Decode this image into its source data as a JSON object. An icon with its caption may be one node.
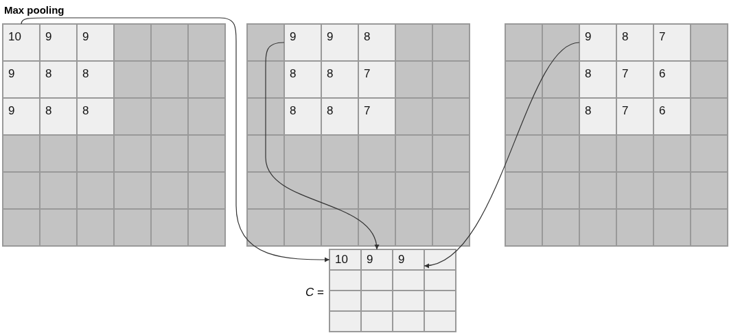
{
  "diagram": {
    "title": "Max pooling",
    "nodes": [
      {
        "text": [],
        "shape": "box"
      },
      {
        "text": [
          "10"
        ],
        "in": 0
      },
      {
        "text": [
          "9"
        ],
        "in": 0
      },
      {
        "text": [
          "9"
        ],
        "in": 0
      },
      {
        "text": [
          "9"
        ],
        "in": 0
      },
      {
        "text": [
          "8"
        ],
        "in": 0
      },
      {
        "text": [
          "8"
        ],
        "in": 0
      },
      {
        "text": [
          "9"
        ],
        "in": 0
      },
      {
        "text": [
          "8"
        ],
        "in": 0
      },
      {
        "text": [
          "8"
        ],
        "in": 0
      },
      {
        "text": [],
        "shape": "box"
      },
      {
        "text": [
          "9"
        ],
        "in": 10
      },
      {
        "text": [
          "9"
        ],
        "in": 10
      },
      {
        "text": [
          "8"
        ],
        "in": 10
      },
      {
        "text": [
          "8"
        ],
        "in": 10
      },
      {
        "text": [
          "8"
        ],
        "in": 10
      },
      {
        "text": [
          "7"
        ],
        "in": 10
      },
      {
        "text": [
          "8"
        ],
        "in": 10
      },
      {
        "text": [
          "8"
        ],
        "in": 10
      },
      {
        "text": [
          "7"
        ],
        "in": 10
      },
      {
        "text": [],
        "shape": "box"
      },
      {
        "text": [
          "9"
        ],
        "in": 20
      },
      {
        "text": [
          "8"
        ],
        "in": 20
      },
      {
        "text": [
          "7"
        ],
        "in": 20
      },
      {
        "text": [
          "8"
        ],
        "in": 20
      },
      {
        "text": [
          "7"
        ],
        "in": 20
      },
      {
        "text": [
          "6"
        ],
        "in": 20
      },
      {
        "text": [
          "8"
        ],
        "in": 20
      },
      {
        "text": [
          "7"
        ],
        "in": 20
      },
      {
        "text": [
          "6"
        ],
        "in": 20
      },
      {
        "text": [],
        "shape": "box",
        "beside": [
          "*C* ="
        ]
      },
      {
        "text": [
          "10"
        ],
        "in": 30
      },
      {
        "text": [
          "9"
        ],
        "in": 30
      },
      {
        "text": [
          "9"
        ],
        "in": 30
      }
    ],
    "edges": [
      {
        "from": 1,
        "to": 31,
        "arrow": "to"
      },
      {
        "from": 11,
        "to": 32,
        "arrow": "to"
      },
      {
        "from": 21,
        "to": 33,
        "arrow": "to"
      }
    ]
  }
}
